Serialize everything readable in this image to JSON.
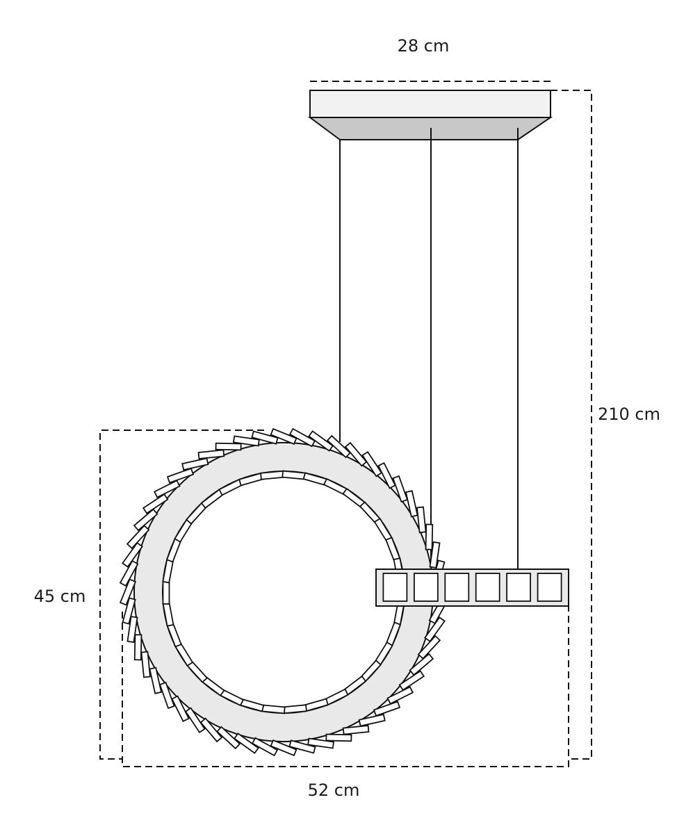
{
  "diagram": {
    "dimensions": {
      "canopy_width": "28 cm",
      "total_height": "210 cm",
      "ring_height": "45 cm",
      "total_width": "52 cm"
    },
    "colors": {
      "line": "#111111",
      "canopy_top": "#f2f2f2",
      "canopy_bottom": "#c8c8c8",
      "ring_fill": "#e9e9e9",
      "background": "#ffffff"
    },
    "ring": {
      "outer_crystal_count": 52,
      "inner_crystal_count": 34
    },
    "bar": {
      "crystal_count": 6
    }
  }
}
